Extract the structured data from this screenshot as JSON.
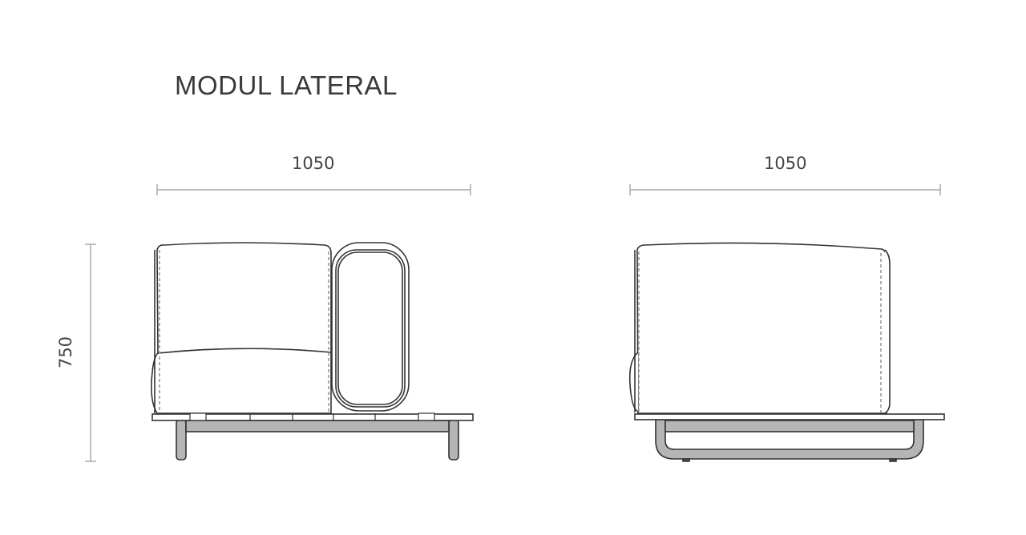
{
  "title": "MODUL LATERAL",
  "dimensions": {
    "front_width": "1050",
    "side_width": "1050",
    "height": "750"
  },
  "colors": {
    "line": "#333333",
    "dimension_line": "#aaaaaa",
    "frame_fill": "#b5b5b5"
  }
}
